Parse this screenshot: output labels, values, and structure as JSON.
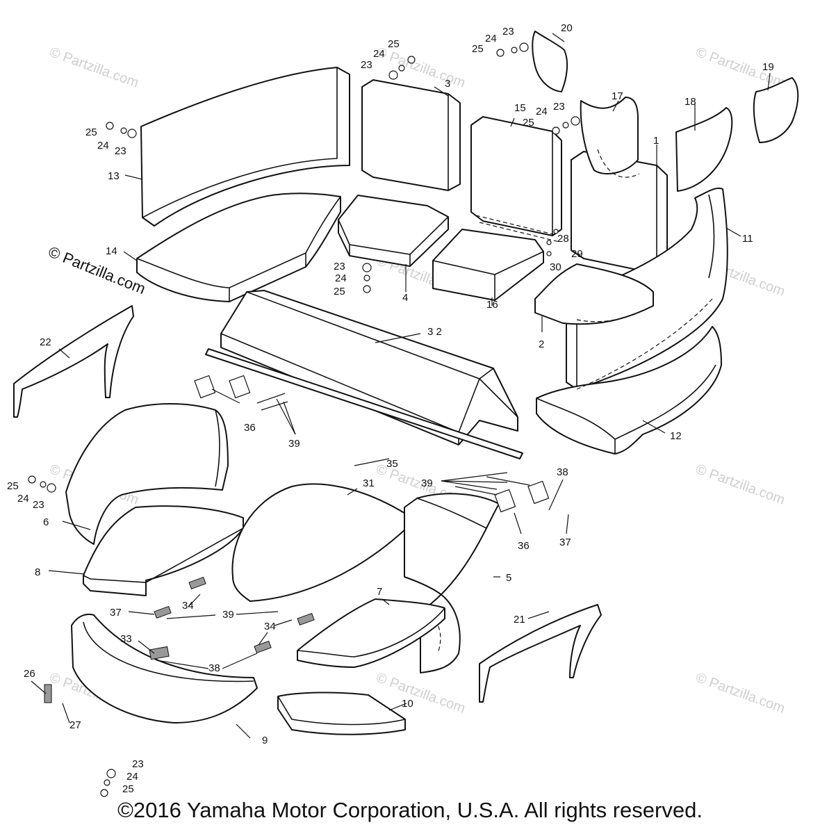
{
  "watermark": "© Partzilla.com",
  "copyright": "©2016  Yamaha Motor Corporation, U.S.A. All rights reserved.",
  "callouts": {
    "c1": "1",
    "c2": "2",
    "c3": "3",
    "c4": "4",
    "c5": "5",
    "c6": "6",
    "c7": "7",
    "c8": "8",
    "c9": "9",
    "c10": "10",
    "c11": "11",
    "c12": "12",
    "c13": "13",
    "c14": "14",
    "c15": "15",
    "c16": "16",
    "c17": "17",
    "c18": "18",
    "c19": "19",
    "c20": "20",
    "c21": "21",
    "c22": "22",
    "c23": "23",
    "c24": "24",
    "c25": "25",
    "c26": "26",
    "c27": "27",
    "c28": "28",
    "c29": "29",
    "c30": "30",
    "c31": "31",
    "c32": "3 2",
    "c33": "33",
    "c34": "34",
    "c35": "35",
    "c36": "36",
    "c37": "37",
    "c38": "38",
    "c39": "39"
  }
}
